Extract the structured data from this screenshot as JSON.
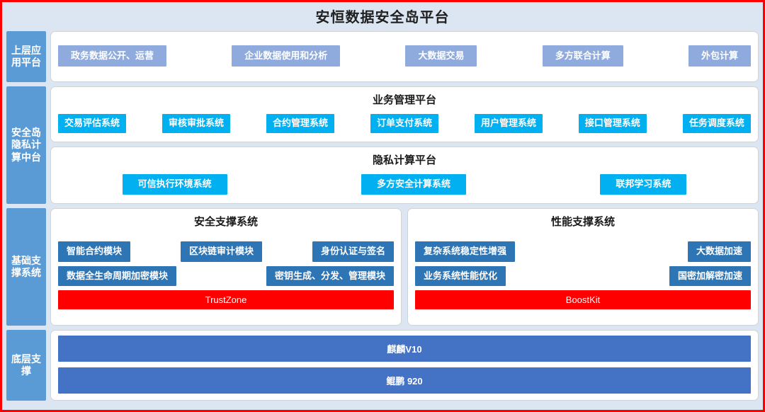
{
  "title": "安恒数据安全岛平台",
  "colors": {
    "background": "#dce6f2",
    "border": "#ff0000",
    "sidebar": "#5b9bd5",
    "app_chip": "#8faadc",
    "platform_chip": "#00b0f0",
    "support_chip": "#2e75b6",
    "highlight_bar": "#ff0000",
    "base_bar": "#4472c4"
  },
  "sidebar": {
    "items": [
      {
        "label": "上层应用平台"
      },
      {
        "label": "安全岛隐私计算中台"
      },
      {
        "label": "基础支撑系统"
      },
      {
        "label": "底层支撑"
      }
    ]
  },
  "application_platform": {
    "items": [
      "政务数据公开、运营",
      "企业数据使用和分析",
      "大数据交易",
      "多方联合计算",
      "外包计算"
    ]
  },
  "business_platform": {
    "title": "业务管理平台",
    "items": [
      "交易评估系统",
      "审核审批系统",
      "合约管理系统",
      "订单支付系统",
      "用户管理系统",
      "接口管理系统",
      "任务调度系统"
    ]
  },
  "privacy_platform": {
    "title": "隐私计算平台",
    "items": [
      "可信执行环境系统",
      "多方安全计算系统",
      "联邦学习系统"
    ]
  },
  "security_support": {
    "title": "安全支撑系统",
    "row1": [
      "智能合约模块",
      "区块链审计模块",
      "身份认证与签名"
    ],
    "row2": [
      "数据全生命周期加密模块",
      "密钥生成、分发、管理模块"
    ],
    "highlight": "TrustZone"
  },
  "performance_support": {
    "title": "性能支撑系统",
    "row1": [
      "复杂系统稳定性增强",
      "大数据加速"
    ],
    "row2": [
      "业务系统性能优化",
      "国密加解密加速"
    ],
    "highlight": "BoostKit"
  },
  "base_layer": {
    "items": [
      "麒麟V10",
      "鲲鹏 920"
    ]
  }
}
